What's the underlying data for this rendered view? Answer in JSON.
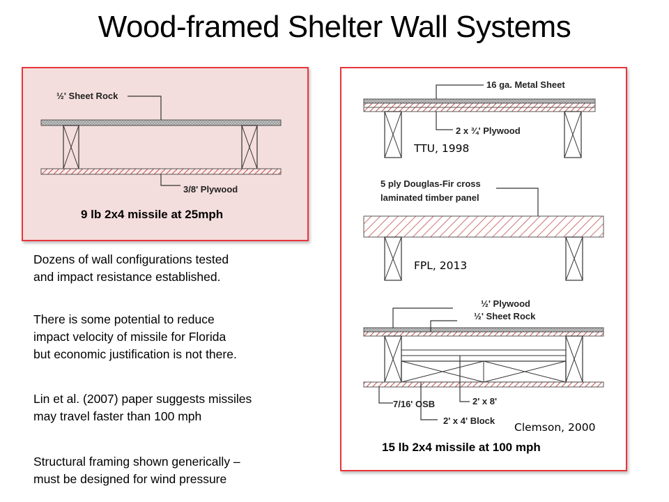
{
  "title": "Wood-framed Shelter Wall Systems",
  "left_panel": {
    "top_label": "½' Sheet Rock",
    "bottom_label": "3/8' Plywood",
    "caption": "9 lb 2x4 missile at 25mph"
  },
  "right_panel": {
    "wall1": {
      "top_label": "16 ga. Metal Sheet",
      "bottom_label": "2 x ¾' Plywood",
      "ref": "TTU, 1998"
    },
    "wall2": {
      "label_line1": "5 ply Douglas-Fir cross",
      "label_line2": "laminated timber panel",
      "ref": "FPL, 2013"
    },
    "wall3": {
      "label_plywood": "½' Plywood",
      "label_sheetrock": "½' Sheet Rock",
      "label_osb": "7/16' OSB",
      "label_2x8": "2' x 8'",
      "label_block": "2' x 4' Block",
      "ref": "Clemson, 2000"
    },
    "caption": "15 lb 2x4 missile at 100 mph"
  },
  "body_paragraphs": [
    [
      "Dozens of wall configurations tested",
      "and impact resistance established."
    ],
    [
      "There is some potential to reduce",
      "impact velocity of missile for Florida",
      "but economic justification is not there."
    ],
    [
      "Lin et al. (2007) paper suggests missiles",
      "may travel faster than 100 mph"
    ],
    [
      "Structural framing shown generically –",
      "must be designed for wind pressure"
    ]
  ],
  "colors": {
    "panel_border": "#e8343b",
    "left_panel_fill": "#f4dedd",
    "hatch": "#c0504d"
  }
}
